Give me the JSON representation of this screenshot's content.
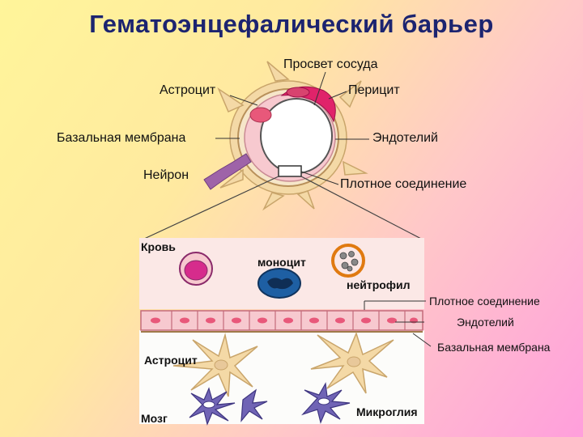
{
  "title": "Гематоэнцефалический барьер",
  "top_diagram": {
    "vessel_lumen": "Просвет сосуда",
    "astrocyte": "Астроцит",
    "pericyte": "Перицит",
    "basal_membrane": "Базальная мембрана",
    "endothelium": "Эндотелий",
    "neuron": "Нейрон",
    "tight_junction": "Плотное соединение"
  },
  "bottom_diagram": {
    "blood": "Кровь",
    "monocyte": "моноцит",
    "neutrophil": "нейтрофил",
    "tight_junction": "Плотное соединение",
    "endothelium": "Эндотелий",
    "basal_membrane": "Базальная мембрана",
    "astrocyte": "Астроцит",
    "brain": "Мозг",
    "microglia": "Микроглия"
  },
  "colors": {
    "title": "#1c2470",
    "endothelium": "#f7c9cf",
    "nucleus": "#e8587a",
    "pericyte": "#e0236a",
    "astrocyte": "#f4d9a6",
    "neuron": "#9e63a8",
    "microglia": "#7064b5",
    "monocyte": "#1e5fa3",
    "blood_panel": "#fbe8e6",
    "brain_panel": "#fcfcfa"
  }
}
